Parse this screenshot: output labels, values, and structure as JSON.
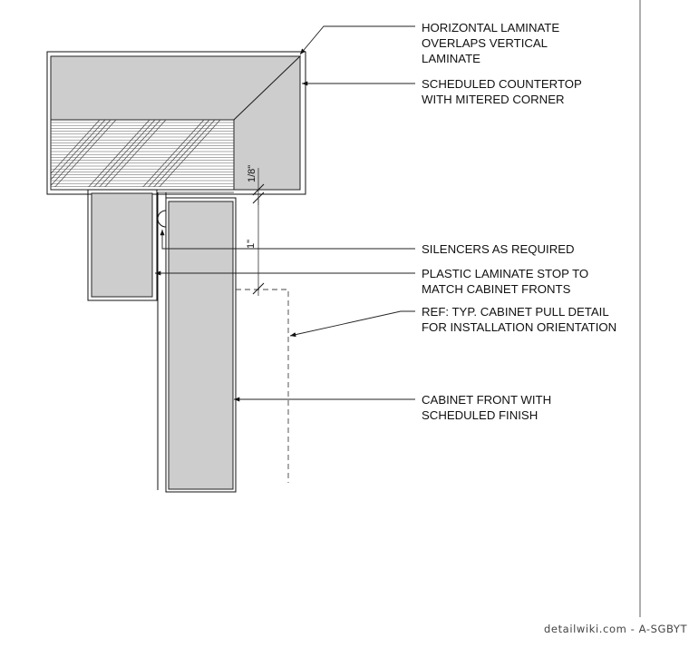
{
  "drawing": {
    "notes": {
      "note1": {
        "lines": [
          "HORIZONTAL LAMINATE",
          "OVERLAPS VERTICAL",
          "LAMINATE"
        ]
      },
      "note2": {
        "lines": [
          "SCHEDULED COUNTERTOP",
          "WITH MITERED CORNER"
        ]
      },
      "note3": {
        "lines": [
          "SILENCERS AS REQUIRED"
        ]
      },
      "note4": {
        "lines": [
          "PLASTIC LAMINATE STOP TO",
          "MATCH CABINET FRONTS"
        ]
      },
      "note5": {
        "lines": [
          "REF: TYP. CABINET PULL DETAIL",
          "FOR INSTALLATION ORIENTATION"
        ]
      },
      "note6": {
        "lines": [
          "CABINET FRONT WITH",
          "SCHEDULED FINISH"
        ]
      }
    },
    "dimensions": {
      "gap": "1/8\"",
      "overlap": "1\""
    },
    "watermark": "detailwiki.com - A-SGBYT",
    "colors": {
      "panel_fill": "#cdcdcd",
      "line": "#111111",
      "background": "#ffffff"
    }
  }
}
